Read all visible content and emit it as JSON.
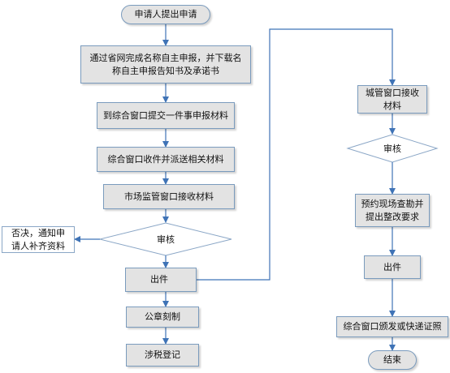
{
  "flowchart": {
    "start": "申请人提出申请",
    "step1": "通过省网完成名称自主申报，并下载名称自主申报告知书及承诺书",
    "step2": "到综合窗口提交一件事申报材料",
    "step3": "综合窗口收件并派送相关材料",
    "step4": "市场监管窗口接收材料",
    "review_left": "审核",
    "reject": "否决，通知申请人补齐资料",
    "output_left": "出件",
    "seal": "公章刻制",
    "tax": "涉税登记",
    "urban_receive": "城管窗口接收材料",
    "review_right": "审核",
    "inspect": "预约现场查勘并提出整改要求",
    "output_right": "出件",
    "issue": "综合窗口颁发或快递证照",
    "end": "结束"
  },
  "colors": {
    "node_fill": "#e3e3e3",
    "border": "#7a9bbd",
    "arrow": "#3f73b6"
  }
}
